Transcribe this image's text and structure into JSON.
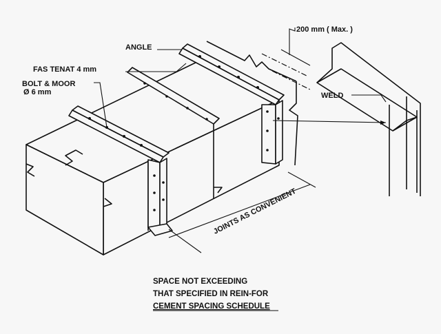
{
  "labels": {
    "dimension_max": "200 mm ( Max. )",
    "angle": "ANGLE",
    "fastener": "FAS TENAT 4 mm",
    "bolt_line1": "BOLT & MOOR",
    "bolt_line2": "Ø 6 mm",
    "weld": "WELD",
    "joints": "JOINTS AS CONVENIENT"
  },
  "note": {
    "line1": "SPACE NOT EXCEEDING",
    "line2": "THAT SPECIFIED IN REIN-FOR",
    "line3": "CEMENT SPACING SCHEDULE"
  }
}
